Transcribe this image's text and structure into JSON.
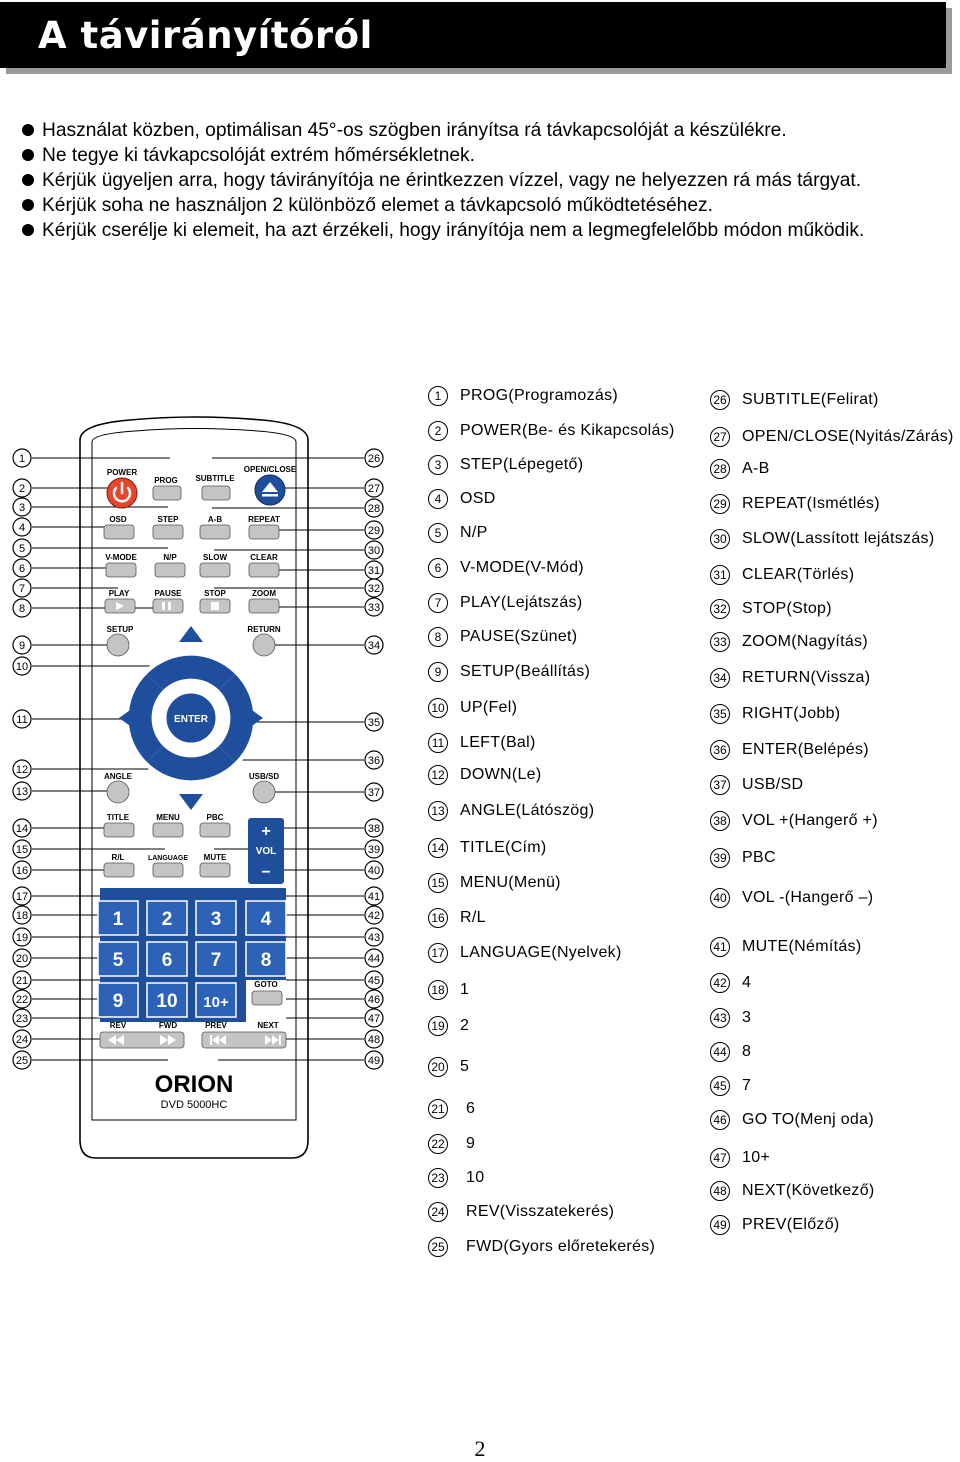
{
  "header": {
    "title": "A távirányítóról"
  },
  "bullets": [
    "Használat közben, optimálisan 45°-os szögben irányítsa rá távkapcsolóját a készülékre.",
    "Ne tegye ki távkapcsolóját extrém hőmérsékletnek.",
    "Kérjük ügyeljen arra, hogy távirányítója ne érintkezzen vízzel, vagy ne helyezzen rá más tárgyat.",
    "Kérjük soha ne használjon 2 különböző elemet a távkapcsoló működtetéséhez.",
    "Kérjük cserélje ki elemeit, ha azt érzékeli, hogy irányítója nem a legmegfelelőbb módon működik."
  ],
  "remote": {
    "brand": "ORION",
    "model": "DVD 5000HC",
    "labels": {
      "power": "POWER",
      "prog": "PROG",
      "subtitle": "SUBTITLE",
      "open_close": "OPEN/CLOSE",
      "osd": "OSD",
      "step": "STEP",
      "ab": "A-B",
      "repeat": "REPEAT",
      "vmode": "V-MODE",
      "np": "N/P",
      "slow": "SLOW",
      "clear": "CLEAR",
      "play": "PLAY",
      "pause": "PAUSE",
      "stop": "STOP",
      "zoom": "ZOOM",
      "setup": "SETUP",
      "return": "RETURN",
      "enter": "ENTER",
      "angle": "ANGLE",
      "usb_sd": "USB/SD",
      "title": "TITLE",
      "menu": "MENU",
      "pbc": "PBC",
      "rl": "R/L",
      "language": "LANGUAGE",
      "mute": "MUTE",
      "vol": "VOL",
      "goto": "GOTO",
      "rev": "REV",
      "fwd": "FWD",
      "prev": "PREV",
      "next": "NEXT"
    },
    "digits": [
      "1",
      "2",
      "3",
      "4",
      "5",
      "6",
      "7",
      "8",
      "9",
      "10",
      "10+"
    ],
    "left_numbers": [
      "1",
      "2",
      "3",
      "4",
      "5",
      "6",
      "7",
      "8",
      "9",
      "10",
      "11",
      "12",
      "13",
      "14",
      "15",
      "16",
      "17",
      "18",
      "19",
      "20",
      "21",
      "22",
      "23",
      "24",
      "25"
    ],
    "right_numbers": [
      "26",
      "27",
      "28",
      "29",
      "30",
      "31",
      "32",
      "33",
      "34",
      "35",
      "36",
      "37",
      "38",
      "39",
      "40",
      "41",
      "42",
      "43",
      "44",
      "45",
      "46",
      "47",
      "48",
      "49"
    ]
  },
  "legend_left": [
    {
      "n": "1",
      "label": "PROG(Programozás)"
    },
    {
      "n": "2",
      "label": "POWER(Be- és Kikapcsolás)"
    },
    {
      "n": "3",
      "label": "STEP(Lépegető)"
    },
    {
      "n": "4",
      "label": "OSD"
    },
    {
      "n": "5",
      "label": "N/P"
    },
    {
      "n": "6",
      "label": "V-MODE(V-Mód)"
    },
    {
      "n": "7",
      "label": "PLAY(Lejátszás)"
    },
    {
      "n": "8",
      "label": "PAUSE(Szünet)"
    },
    {
      "n": "9",
      "label": "SETUP(Beállítás)"
    },
    {
      "n": "10",
      "label": "UP(Fel)"
    },
    {
      "n": "11",
      "label": "LEFT(Bal)"
    },
    {
      "n": "12",
      "label": "DOWN(Le)"
    },
    {
      "n": "13",
      "label": "ANGLE(Látószög)"
    },
    {
      "n": "14",
      "label": "TITLE(Cím)"
    },
    {
      "n": "15",
      "label": "MENU(Menü)"
    },
    {
      "n": "16",
      "label": "R/L"
    },
    {
      "n": "17",
      "label": "LANGUAGE(Nyelvek)"
    },
    {
      "n": "18",
      "label": "1"
    },
    {
      "n": "19",
      "label": "2"
    },
    {
      "n": "20",
      "label": "5"
    },
    {
      "n": "21",
      "label": "6"
    },
    {
      "n": "22",
      "label": "9"
    },
    {
      "n": "23",
      "label": "10"
    },
    {
      "n": "24",
      "label": "REV(Visszatekerés)"
    },
    {
      "n": "25",
      "label": "FWD(Gyors előretekerés)"
    }
  ],
  "legend_right": [
    {
      "n": "26",
      "label": "SUBTITLE(Felirat)"
    },
    {
      "n": "27",
      "label": "OPEN/CLOSE(Nyitás/Zárás)"
    },
    {
      "n": "28",
      "label": "A-B"
    },
    {
      "n": "29",
      "label": "REPEAT(Ismétlés)"
    },
    {
      "n": "30",
      "label": "SLOW(Lassított lejátszás)"
    },
    {
      "n": "31",
      "label": "CLEAR(Törlés)"
    },
    {
      "n": "32",
      "label": "STOP(Stop)"
    },
    {
      "n": "33",
      "label": "ZOOM(Nagyítás)"
    },
    {
      "n": "34",
      "label": "RETURN(Vissza)"
    },
    {
      "n": "35",
      "label": "RIGHT(Jobb)"
    },
    {
      "n": "36",
      "label": "ENTER(Belépés)"
    },
    {
      "n": "37",
      "label": "USB/SD"
    },
    {
      "n": "38",
      "label": "VOL +(Hangerő +)"
    },
    {
      "n": "39",
      "label": "PBC"
    },
    {
      "n": "40",
      "label": "VOL -(Hangerő –)"
    },
    {
      "n": "41",
      "label": "MUTE(Némítás)"
    },
    {
      "n": "42",
      "label": "4"
    },
    {
      "n": "43",
      "label": "3"
    },
    {
      "n": "44",
      "label": "8"
    },
    {
      "n": "45",
      "label": "7"
    },
    {
      "n": "46",
      "label": "GO TO(Menj oda)"
    },
    {
      "n": "47",
      "label": "10+"
    },
    {
      "n": "48",
      "label": "NEXT(Következő)"
    },
    {
      "n": "49",
      "label": "PREV(Előző)"
    }
  ],
  "page_number": "2",
  "colors": {
    "power_red": "#e8462c",
    "accent_blue": "#1f4f9c",
    "key_gray": "#c4c4c4"
  }
}
